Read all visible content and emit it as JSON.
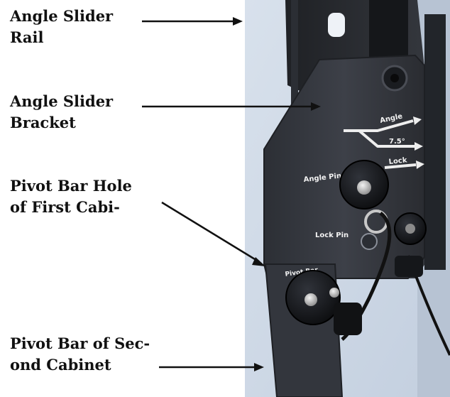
{
  "callouts": [
    {
      "lines": [
        "Angle Slider",
        "Rail"
      ]
    },
    {
      "lines": [
        "Angle Slider",
        "Bracket"
      ]
    },
    {
      "lines": [
        "Pivot Bar Hole",
        "of First Cabi-"
      ]
    },
    {
      "lines": [
        "Pivot Bar of Sec-",
        "ond Cabinet"
      ]
    }
  ],
  "plate_labels": {
    "angle": "Angle",
    "angle_degrees": "7.5°",
    "lock": "Lock",
    "angle_pin": "Angle Pin",
    "lock_pin": "Lock Pin",
    "pivot_bar": "Pivot Bar"
  },
  "colors": {
    "background": "#ffffff",
    "wall": "#c9d5e4",
    "bracket": "#3a3d44",
    "arrow": "#111111",
    "callout_text": "#111111"
  }
}
